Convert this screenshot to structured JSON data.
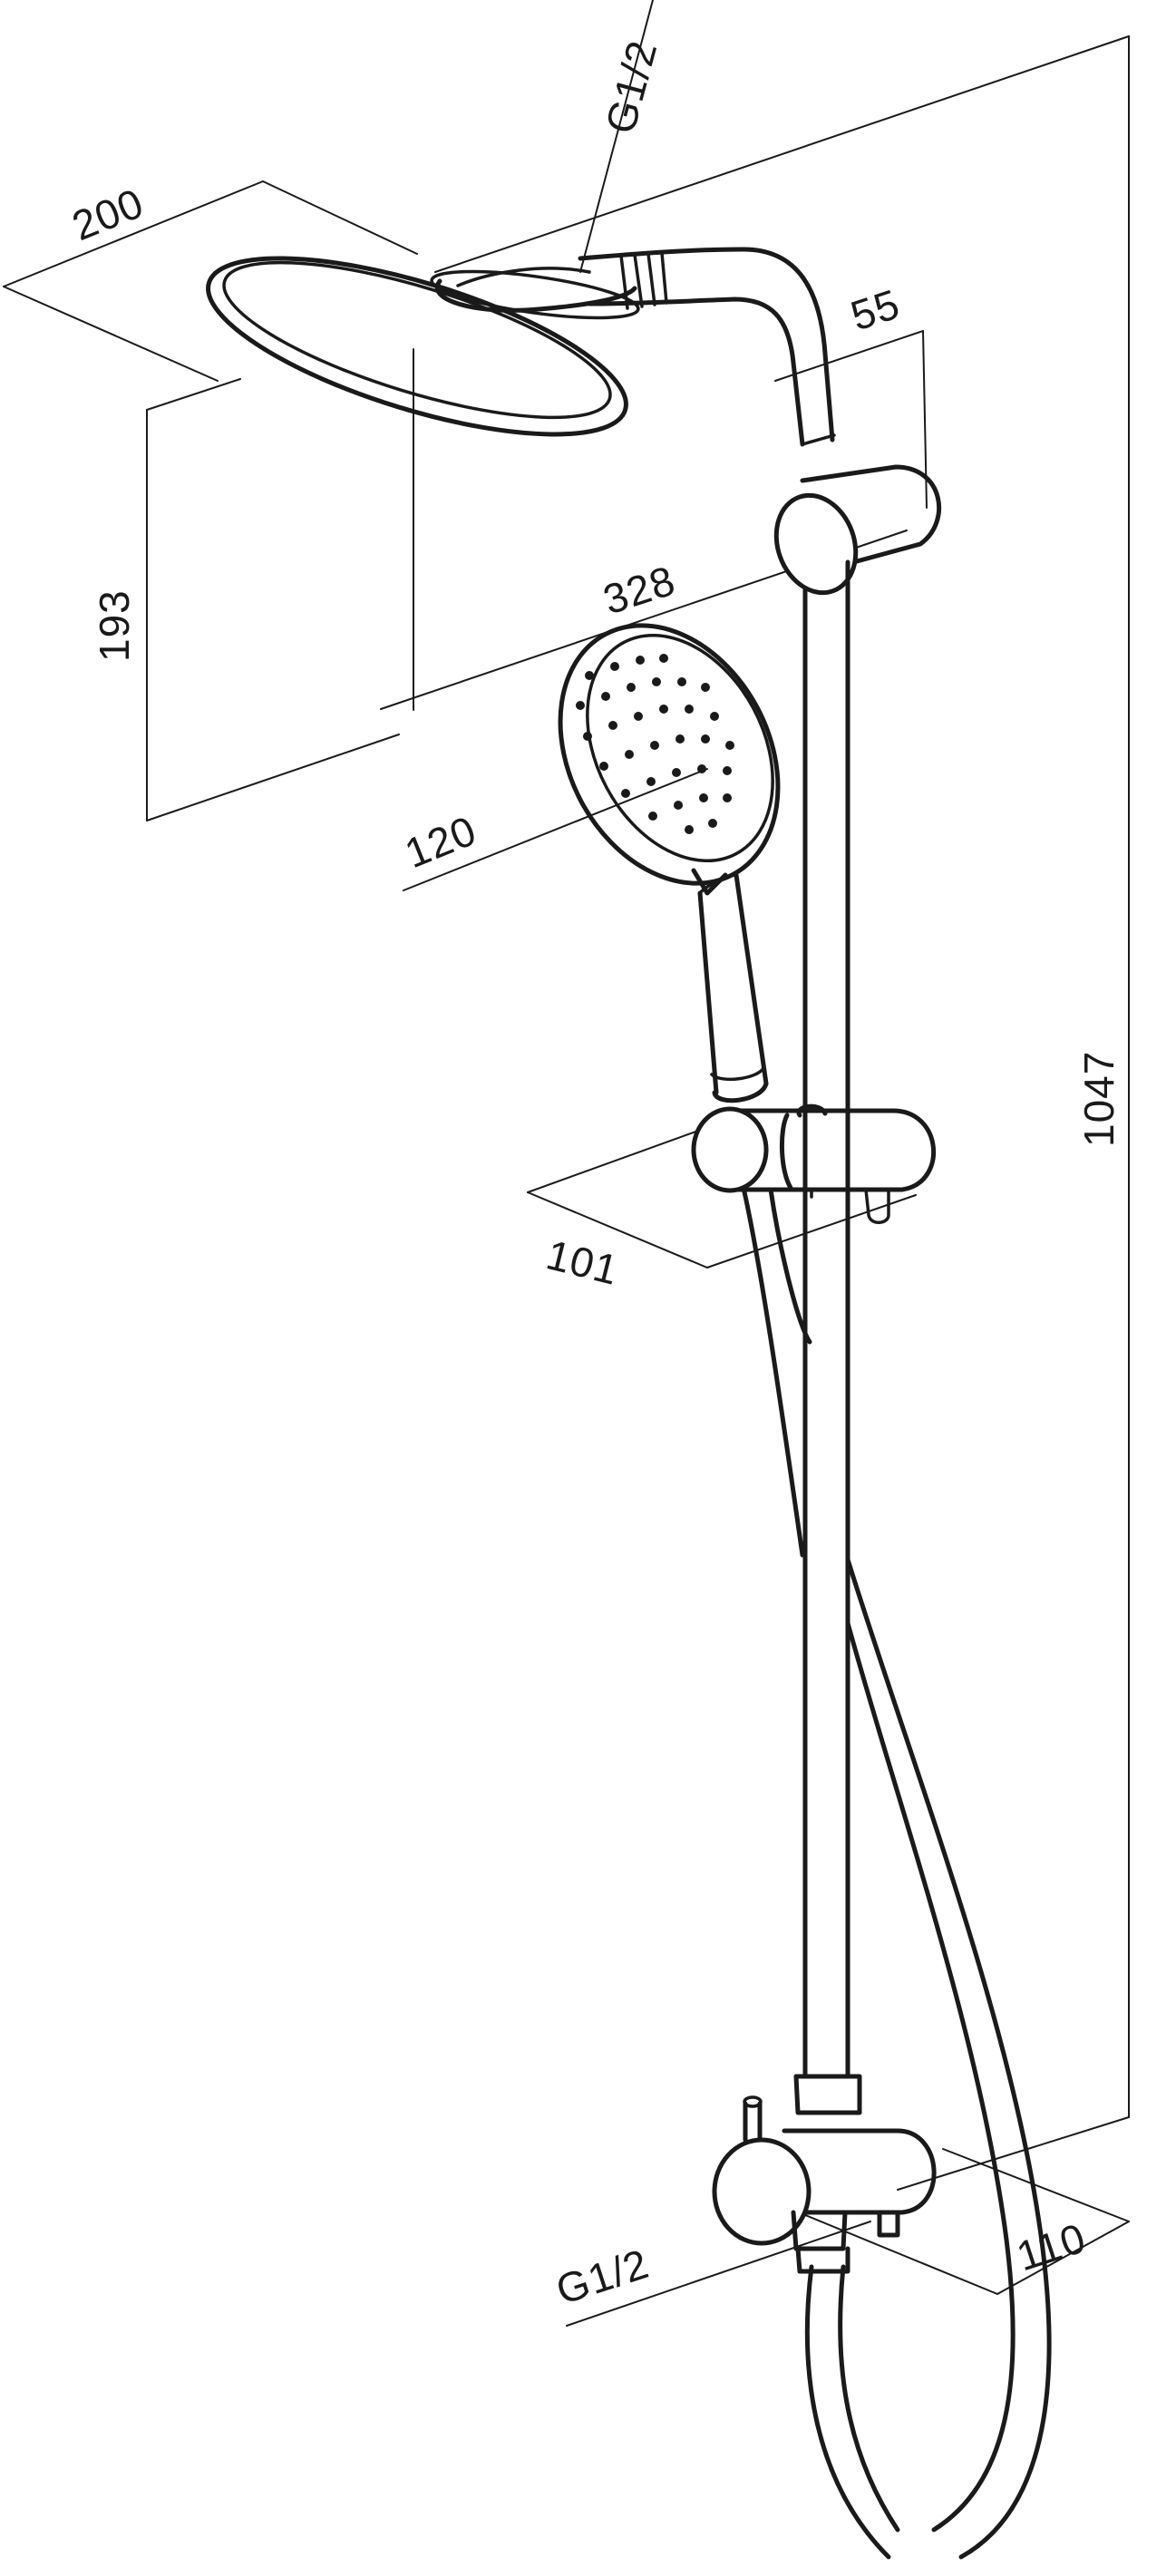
{
  "dimensions": {
    "head_diameter": "200",
    "inlet_top": "G1/2",
    "arm_height": "193",
    "arm_reach": "328",
    "bracket_width": "55",
    "hand_shower_diameter": "120",
    "holder_depth": "101",
    "overall_height": "1047",
    "inlet_bottom": "G1/2",
    "mixer_depth": "110"
  },
  "colors": {
    "line": "#1a1a1a",
    "background": "#ffffff"
  }
}
